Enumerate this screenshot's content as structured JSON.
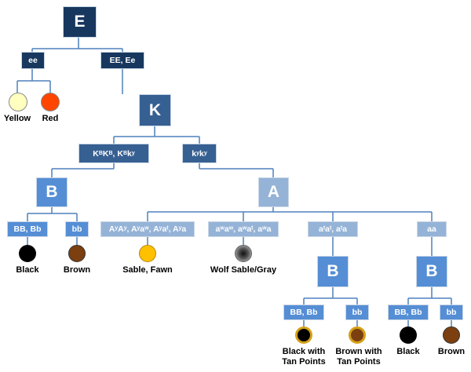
{
  "nodes": {
    "e": "E",
    "ee": "ee",
    "ee_dom": "EE, Ee",
    "k": "K",
    "kb_pre": "K",
    "kb_sup1": "B",
    "kb_mid": "K",
    "kb_sup2": "B",
    "kb_sep": ", K",
    "kb_sup3": "B",
    "kb_mid2": "k",
    "kb_sup4": "y",
    "kyky_pre": "k",
    "kyky_sup1": "y",
    "kyky_mid": "k",
    "kyky_sup2": "y",
    "b1": "B",
    "a": "A",
    "bb_bb_1": "BB, Bb",
    "bb_1": "bb",
    "ay_text": "AʸAʸ, Aʸaʷ, Aʸaᵗ, Aʸa",
    "aw_text": "aʷaʷ, aʷaᵗ, aʷa",
    "at_text": "aᵗaᵗ, aᵗa",
    "aa": "aa",
    "b2": "B",
    "b3": "B",
    "bb_bb_2": "BB, Bb",
    "bb_2": "bb",
    "bb_bb_3": "BB, Bb",
    "bb_3": "bb"
  },
  "labels": {
    "yellow": "Yellow",
    "red": "Red",
    "black1": "Black",
    "brown1": "Brown",
    "sable": "Sable, Fawn",
    "wolf": "Wolf Sable/Gray",
    "black_tan_1": "Black with",
    "black_tan_2": "Tan Points",
    "brown_tan_1": "Brown with",
    "brown_tan_2": "Tan Points",
    "black2": "Black",
    "brown2": "Brown"
  },
  "colors": {
    "yellow": "#ffffc0",
    "red": "#ff4500",
    "black": "#000000",
    "brown": "#8b4513",
    "sable": "#ffc000",
    "tan_ring": "#d4a017",
    "line": "#4f81bd"
  }
}
